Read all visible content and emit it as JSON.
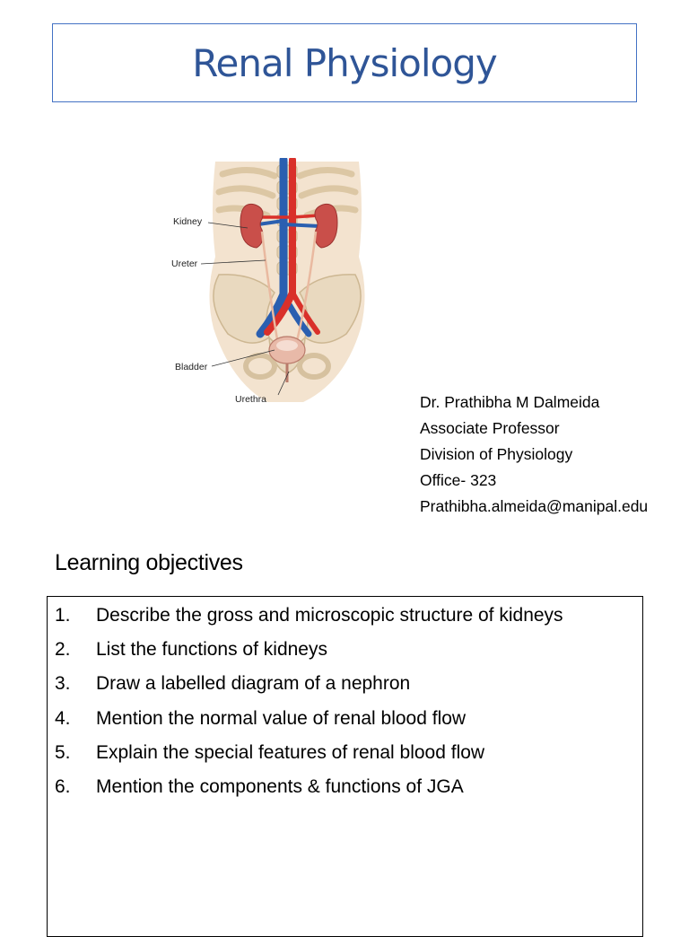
{
  "title": "Renal Physiology",
  "figure": {
    "labels": {
      "kidney": "Kidney",
      "ureter": "Ureter",
      "bladder": "Bladder",
      "urethra": "Urethra"
    }
  },
  "author": {
    "name": "Dr. Prathibha M Dalmeida",
    "position": "Associate Professor",
    "division": "Division of Physiology",
    "office": "Office- 323",
    "email": "Prathibha.almeida@manipal.edu"
  },
  "objectives": {
    "heading": "Learning objectives",
    "items": [
      {
        "num": "1.",
        "text": "Describe the gross and microscopic structure of kidneys"
      },
      {
        "num": "2.",
        "text": "List the functions of kidneys"
      },
      {
        "num": "3.",
        "text": "Draw a labelled diagram of a nephron"
      },
      {
        "num": "4.",
        "text": "Mention the normal value of renal blood flow"
      },
      {
        "num": "5.",
        "text": "Explain the special features of renal blood flow"
      },
      {
        "num": "6.",
        "text": "Mention the components & functions of JGA"
      }
    ]
  },
  "colors": {
    "title": "#2f5597",
    "title_border": "#4472c4",
    "artery": "#d9302a",
    "vein": "#2a5fb0",
    "bone": "#e9d9bf",
    "skin": "#f3e3cf",
    "kidney": "#c94f4a"
  }
}
